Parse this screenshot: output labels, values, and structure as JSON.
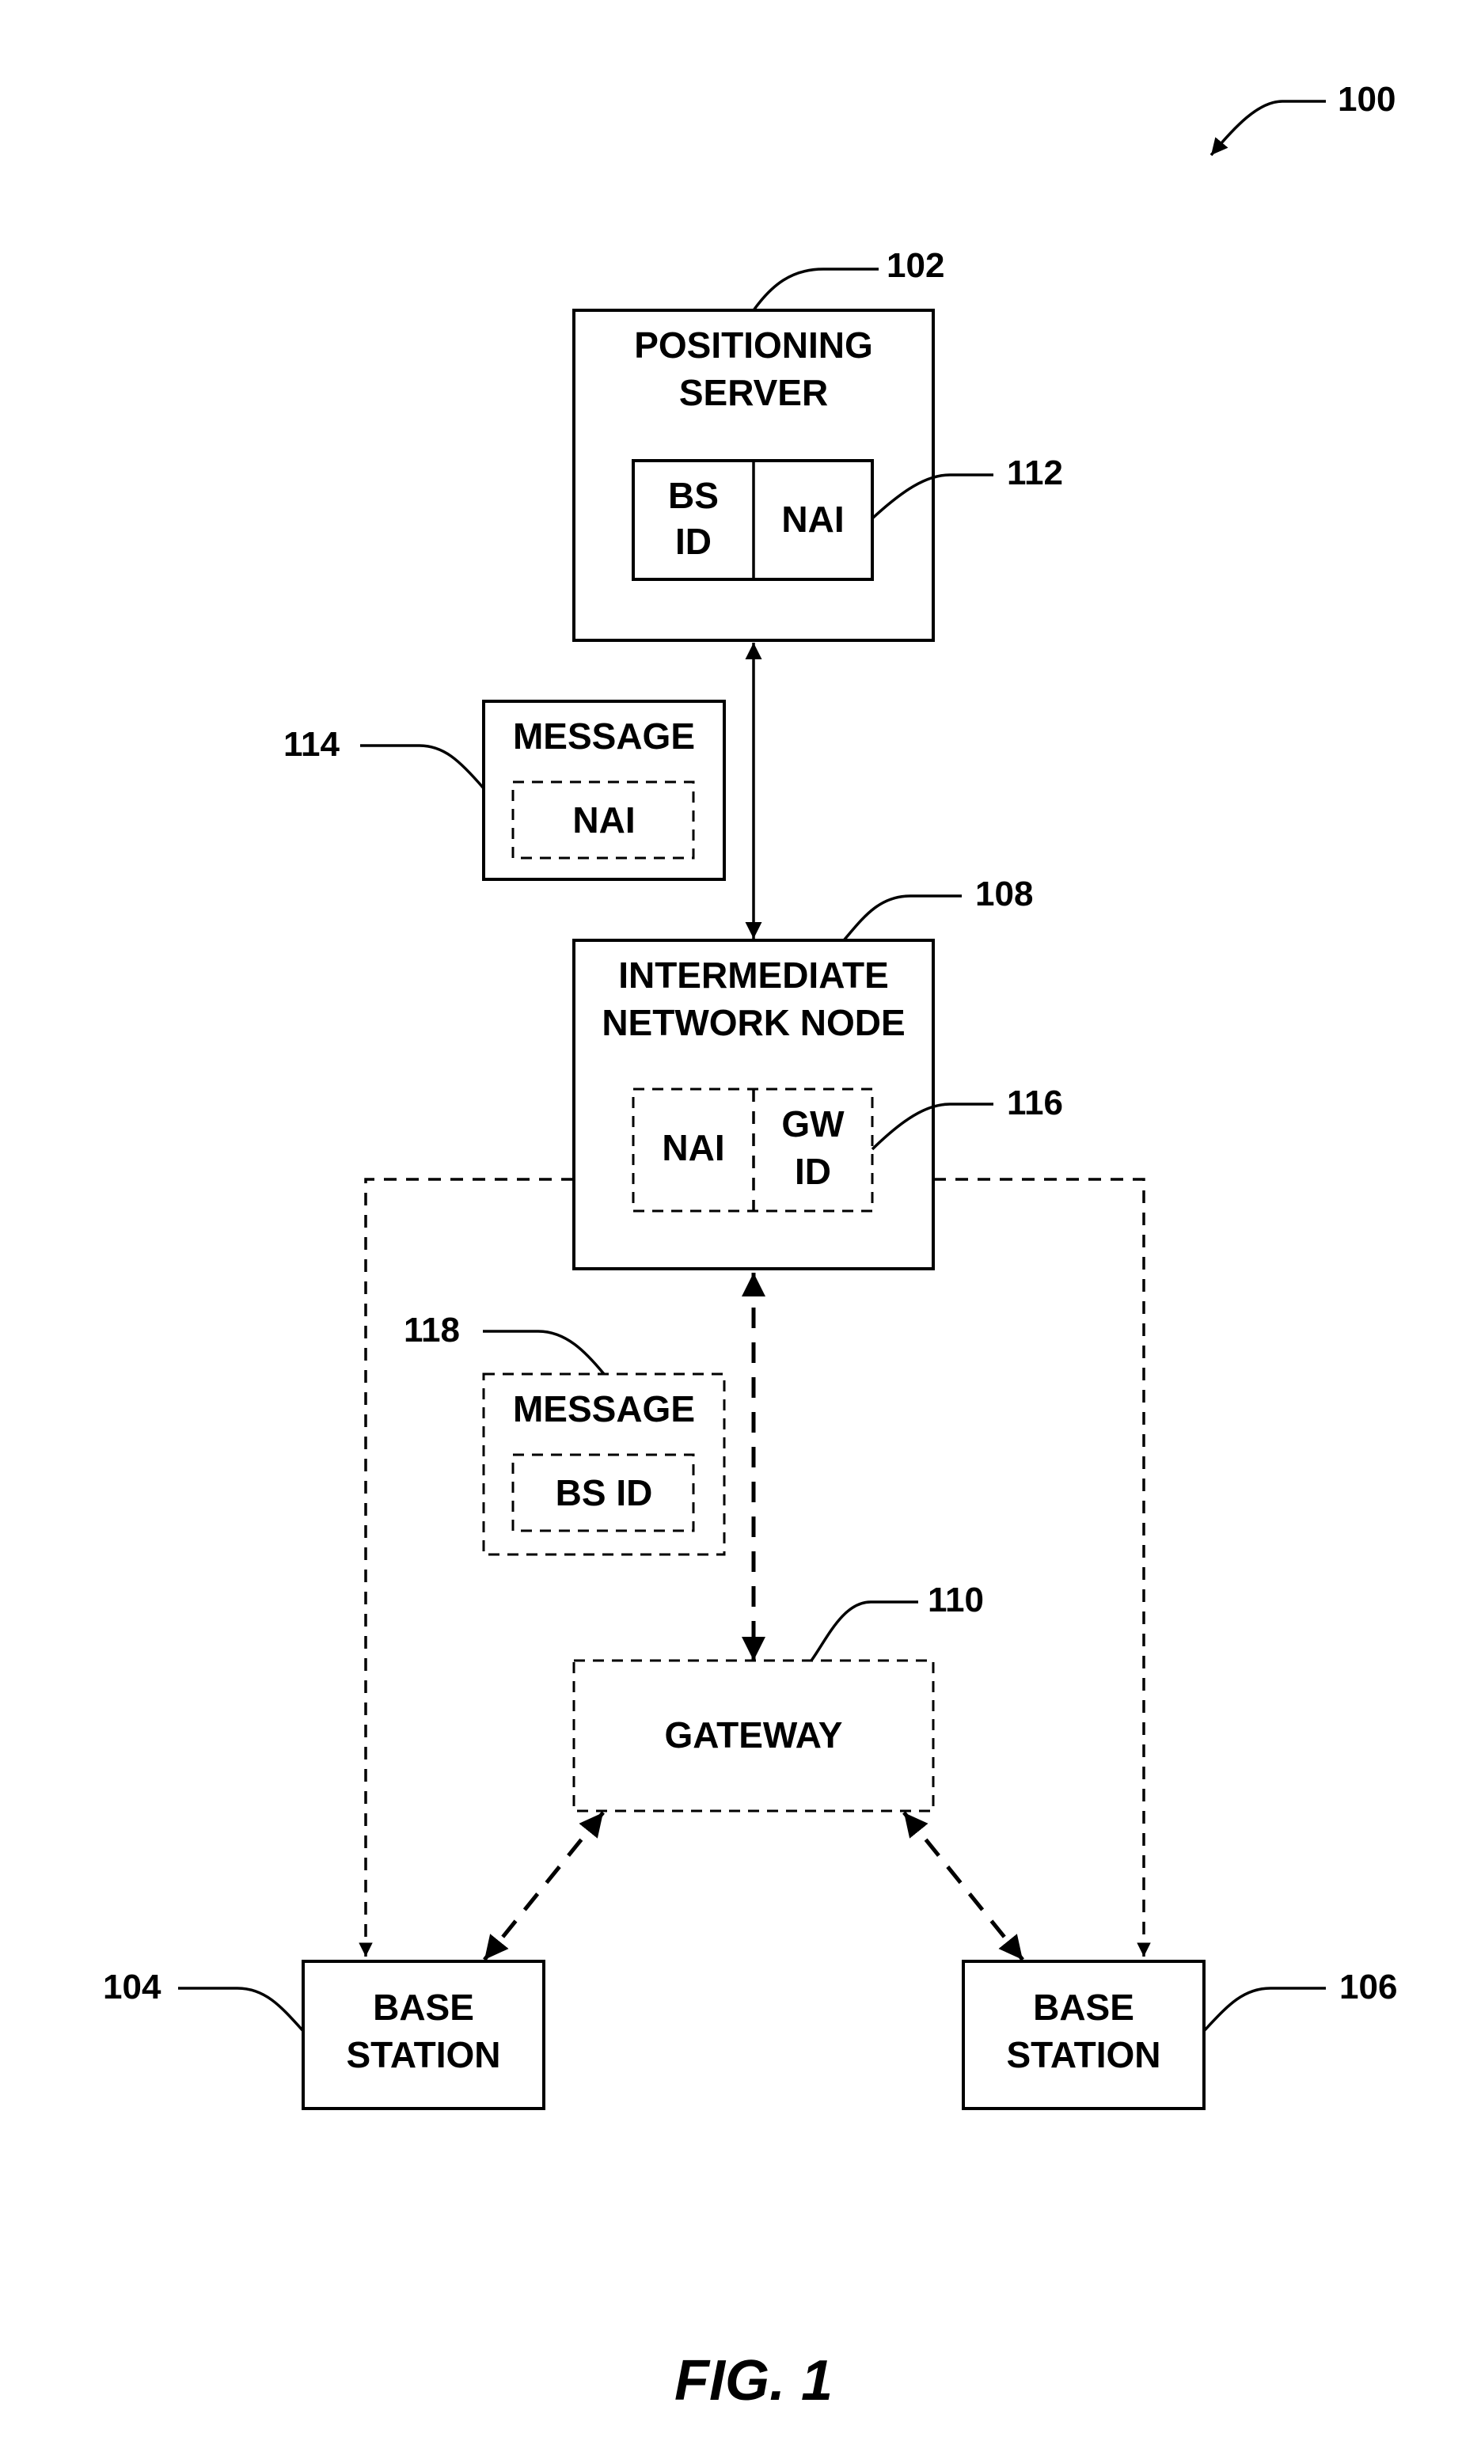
{
  "figure": {
    "ref_100": "100",
    "caption": "FIG. 1"
  },
  "positioning_server": {
    "ref": "102",
    "title_line1": "POSITIONING",
    "title_line2": "SERVER",
    "bs_id_line1": "BS",
    "bs_id_line2": "ID",
    "nai": "NAI",
    "record_ref": "112"
  },
  "message_114": {
    "ref": "114",
    "title": "MESSAGE",
    "content": "NAI"
  },
  "intermediate_node": {
    "ref": "108",
    "title_line1": "INTERMEDIATE",
    "title_line2": "NETWORK NODE",
    "nai": "NAI",
    "gw_id_line1": "GW",
    "gw_id_line2": "ID",
    "record_ref": "116"
  },
  "message_118": {
    "ref": "118",
    "title": "MESSAGE",
    "content": "BS ID"
  },
  "gateway": {
    "ref": "110",
    "label": "GATEWAY"
  },
  "base_station_104": {
    "ref": "104",
    "line1": "BASE",
    "line2": "STATION"
  },
  "base_station_106": {
    "ref": "106",
    "line1": "BASE",
    "line2": "STATION"
  }
}
